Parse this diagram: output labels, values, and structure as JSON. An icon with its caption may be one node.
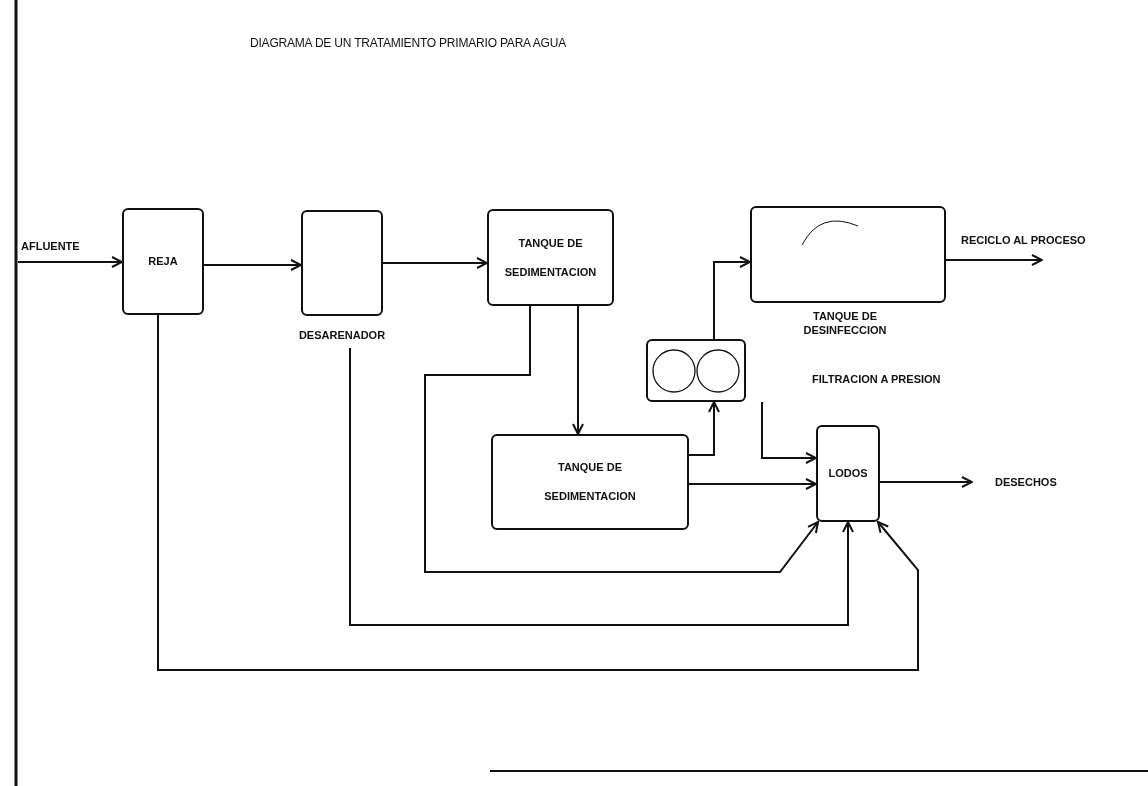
{
  "diagram": {
    "title": "DIAGRAMA DE UN TRATAMIENTO PRIMARIO PARA AGUA",
    "nodes": [
      {
        "text": [
          "REJA"
        ]
      },
      {
        "text": [
          "DESARENADOR"
        ]
      },
      {
        "text": [
          "TANQUE DE SEDIMENTACION"
        ]
      },
      {
        "text": [
          "TANQUE DE DESINFECCION"
        ]
      },
      {
        "text": [],
        "shape": "box"
      },
      {
        "text": [
          "TANQUE DE SEDIMENTACION"
        ]
      },
      {
        "text": [
          "LODOS"
        ]
      }
    ],
    "edges": [
      {
        "from": null,
        "to": 0,
        "arrow": "to",
        "label": "AFLUENTE"
      },
      {
        "from": 0,
        "to": 1,
        "arrow": "to"
      },
      {
        "from": 1,
        "to": 2,
        "arrow": "to"
      },
      {
        "from": 3,
        "to": null,
        "arrow": "to",
        "label": "RECICLO AL PROCESO"
      },
      {
        "from": 6,
        "to": null,
        "arrow": "to",
        "label": "DESECHOS"
      },
      {
        "from": 2,
        "to": 5,
        "arrow": "to"
      },
      {
        "from": 2,
        "to": 6,
        "arrow": "to"
      },
      {
        "from": 5,
        "to": 4,
        "arrow": "to"
      },
      {
        "from": 4,
        "to": 3,
        "arrow": "to"
      },
      {
        "from": 4,
        "to": 6,
        "arrow": "to"
      },
      {
        "from": 5,
        "to": 6,
        "arrow": "to"
      },
      {
        "from": 1,
        "to": 6,
        "arrow": "to"
      },
      {
        "from": 0,
        "to": 6,
        "arrow": "to"
      }
    ],
    "labels": [
      "FILTRACION A PRESION"
    ]
  }
}
